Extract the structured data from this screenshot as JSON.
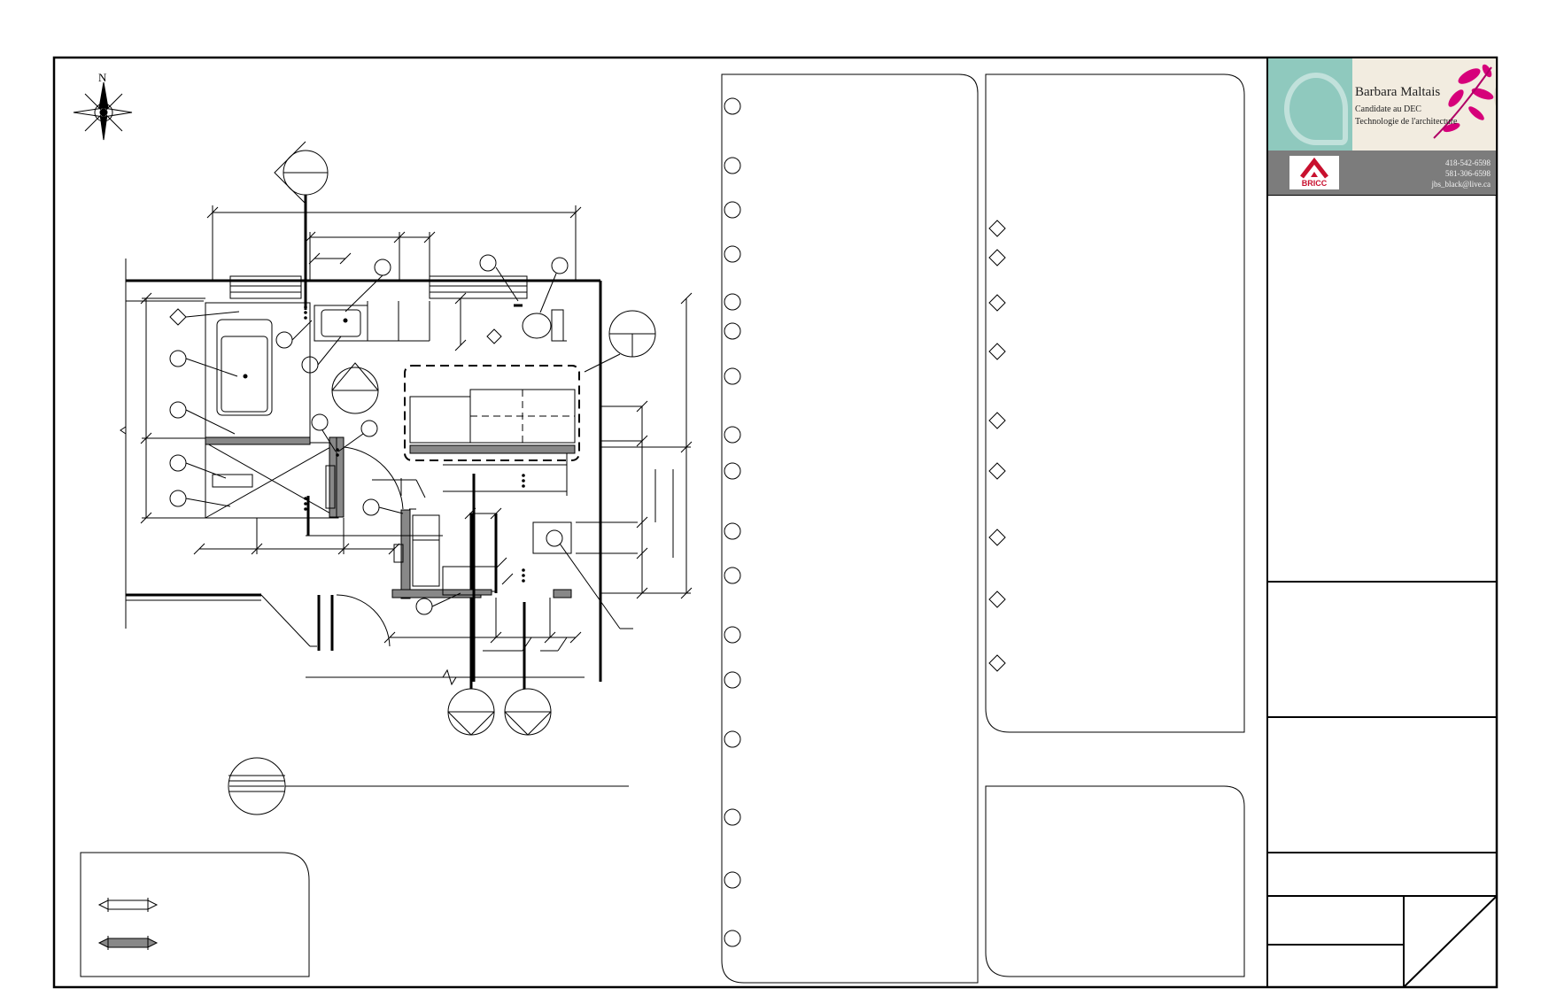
{
  "drawing": {
    "north_label": "N"
  },
  "business_card": {
    "name": "Barbara Maltais",
    "subtitle_1": "Candidate au DEC",
    "subtitle_2": "Technologie de l'architecture",
    "phone_1": "418-542-6598",
    "phone_2": "581-306-6598",
    "email": "jbs_black@live.ca",
    "logo_text": "BRICC",
    "colors": {
      "teal": "#8fc9be",
      "magenta": "#d6007a",
      "gray": "#7c7c7c",
      "logo_red": "#c8102e"
    }
  }
}
